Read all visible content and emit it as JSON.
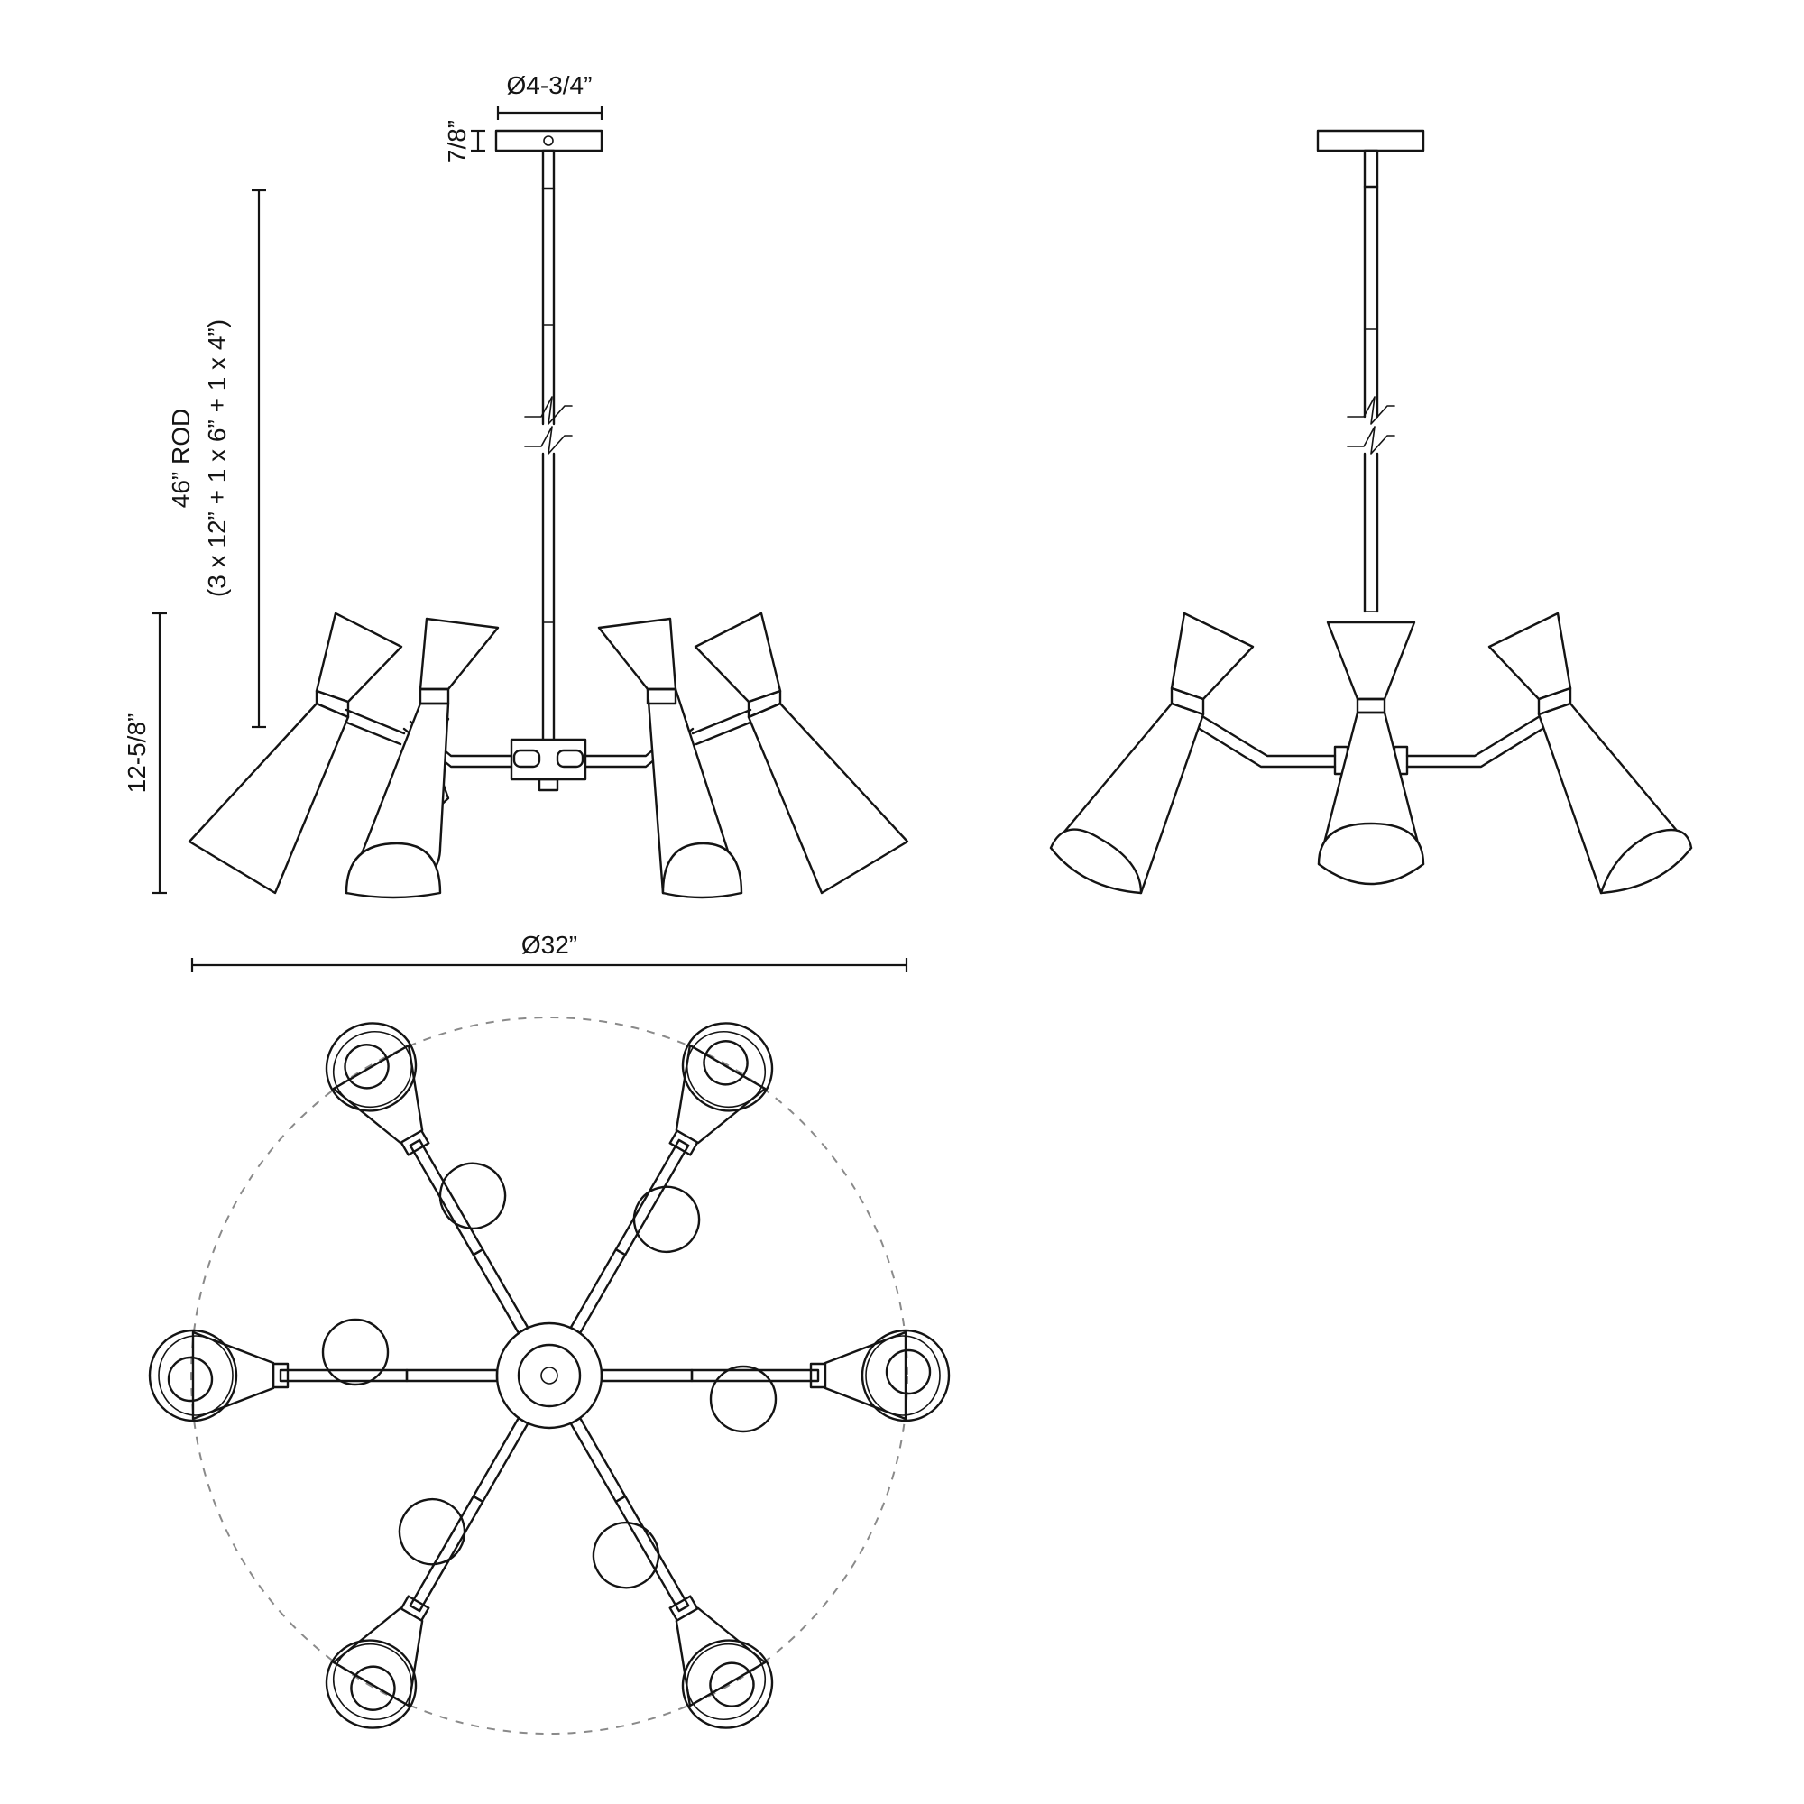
{
  "dimensions": {
    "canopy_diameter": "Ø4-3/4”",
    "canopy_height": "7/8”",
    "rod_length": "46” ROD",
    "rod_breakdown": "(3 x 12” + 1 x 6” + 1 x 4”)",
    "fixture_height": "12-5/8”",
    "fixture_diameter": "Ø32”"
  },
  "views": {
    "front": {
      "shade_count": 4
    },
    "side": {
      "shade_count": 3
    },
    "top": {
      "arm_count": 6
    }
  },
  "colors": {
    "line": "#141414",
    "dashed_outline": "#8a8a8a",
    "background": "#ffffff"
  }
}
